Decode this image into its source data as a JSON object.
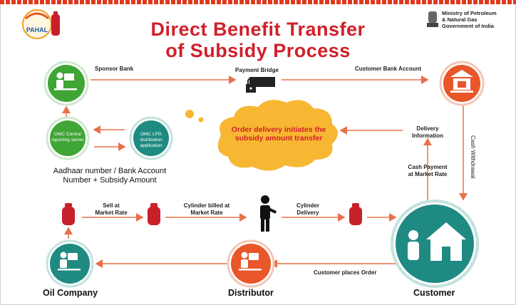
{
  "header": {
    "title_line1": "Direct Benefit Transfer",
    "title_line2": "of Subsidy Process",
    "logo_text": "PAHAL",
    "ministry_line1": "Ministry of Petroleum",
    "ministry_line2": "& Natural Gas",
    "ministry_line3": "Government of India"
  },
  "labels": {
    "sponsor_bank": "Sponsor Bank",
    "payment_bridge": "Payment  Bridge",
    "customer_bank_account": "Customer Bank Account",
    "omc_central": "OMC Central reporting server",
    "omc_lpg": "OMC LPG distribution application",
    "aadhaar_line1": "Aadhaar number / Bank Account",
    "aadhaar_line2": "Number + Subsidy Amount",
    "order_delivery": "Order delivery initiates the subsidy amount transfer",
    "delivery_info_line1": "Delivery",
    "delivery_info_line2": "Information",
    "cash_payment_line1": "Cash Payment",
    "cash_payment_line2": "at Market Rate",
    "cash_withdrawal": "Cash Withdrawal",
    "sell_market_line1": "Sell at",
    "sell_market_line2": "Market Rate",
    "billed_line1": "Cylinder billed at",
    "billed_line2": "Market Rate",
    "delivery_line1": "Cylinder",
    "delivery_line2": "Delivery",
    "customer_places_order": "Customer places Order",
    "oil_company": "Oil Company",
    "distributor": "Distributor",
    "customer": "Customer"
  },
  "colors": {
    "title_red": "#d11f2a",
    "green": "#3fa535",
    "teal": "#1f8a82",
    "orange": "#e8562a",
    "cylinder_red": "#c8202a",
    "cloud": "#f7b733",
    "arrow": "#e8704a"
  }
}
